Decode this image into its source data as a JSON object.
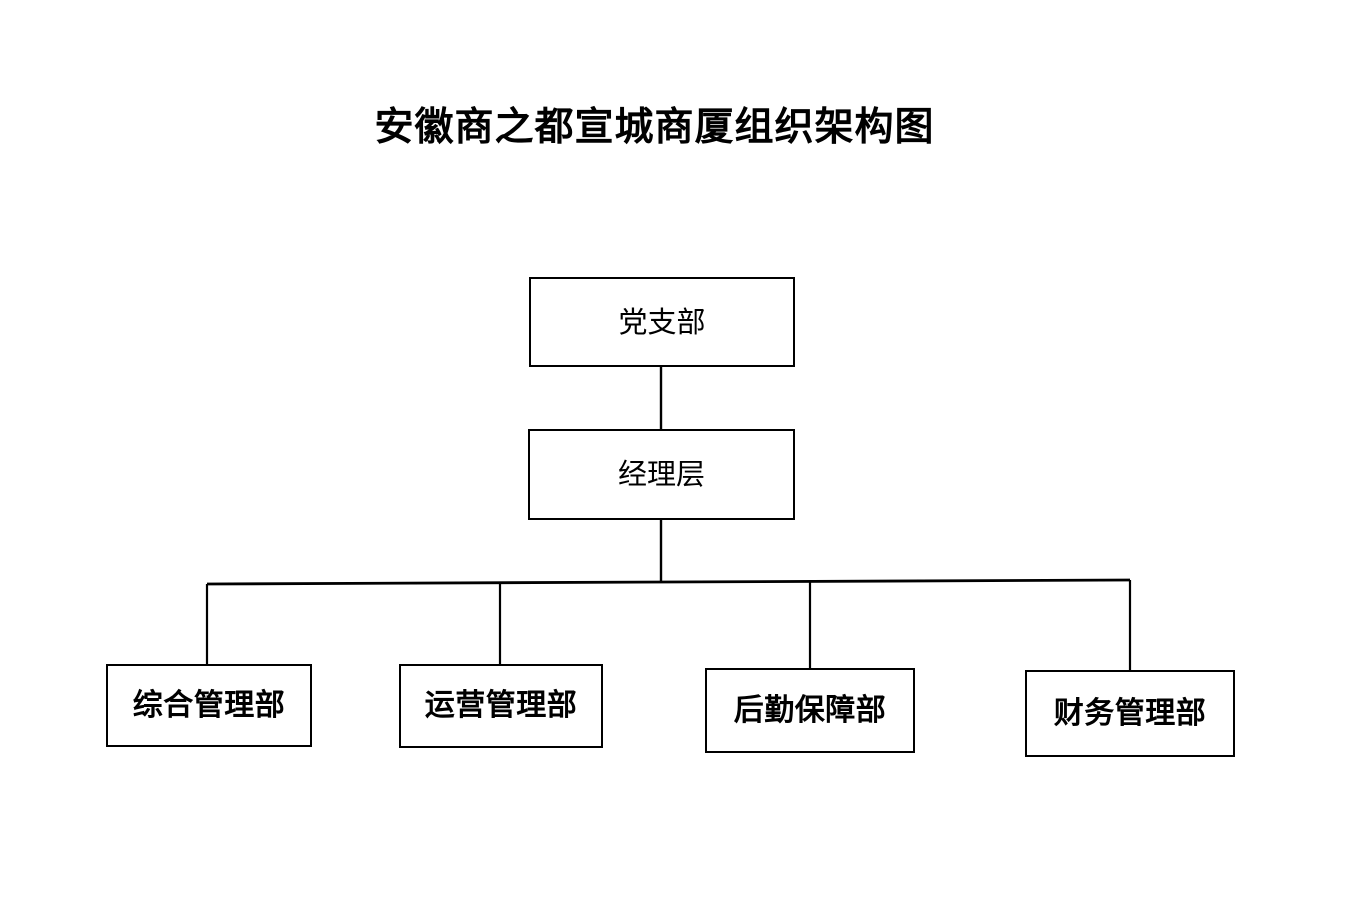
{
  "document": {
    "title": "安徽商之都宣城商厦组织架构图",
    "background_color": "#ffffff",
    "line_color": "#000000",
    "text_color": "#000000"
  },
  "chart_data": {
    "type": "diagram",
    "diagram_type": "organizational-chart",
    "title": "安徽商之都宣城商厦组织架构图",
    "orientation": "top-down",
    "nodes": [
      {
        "id": "party-branch",
        "label": "党支部",
        "level": 0
      },
      {
        "id": "management-layer",
        "label": "经理层",
        "level": 1
      },
      {
        "id": "general-management",
        "label": "综合管理部",
        "level": 2
      },
      {
        "id": "operations-management",
        "label": "运营管理部",
        "level": 2
      },
      {
        "id": "logistics-support",
        "label": "后勤保障部",
        "level": 2
      },
      {
        "id": "finance-management",
        "label": "财务管理部",
        "level": 2
      }
    ],
    "edges": [
      {
        "from": "party-branch",
        "to": "management-layer"
      },
      {
        "from": "management-layer",
        "to": "general-management"
      },
      {
        "from": "management-layer",
        "to": "operations-management"
      },
      {
        "from": "management-layer",
        "to": "logistics-support"
      },
      {
        "from": "management-layer",
        "to": "finance-management"
      }
    ]
  },
  "nodes": {
    "party_branch": {
      "label": "党支部"
    },
    "management_layer": {
      "label": "经理层"
    },
    "departments": [
      {
        "label": "综合管理部"
      },
      {
        "label": "运营管理部"
      },
      {
        "label": "后勤保障部"
      },
      {
        "label": "财务管理部"
      }
    ]
  }
}
